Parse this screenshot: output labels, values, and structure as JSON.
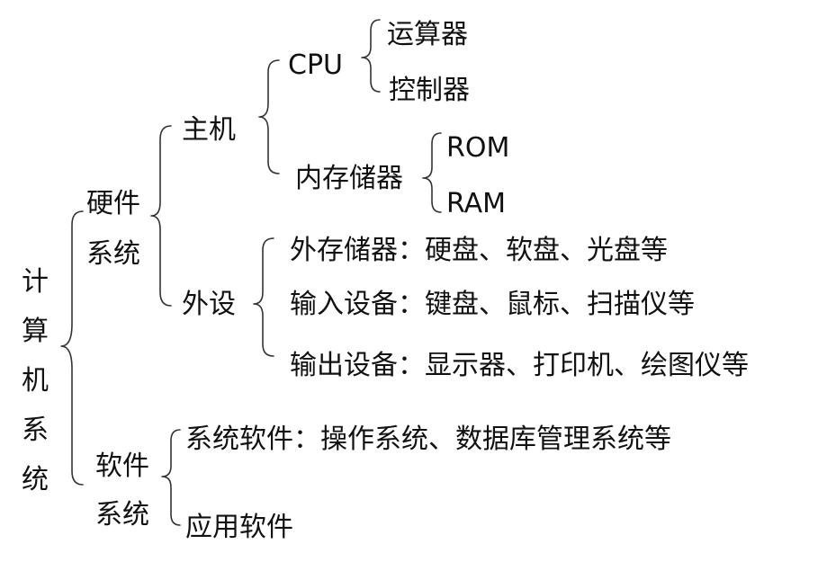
{
  "root": {
    "chars": [
      "计",
      "算",
      "机",
      "系",
      "统"
    ]
  },
  "hardware": {
    "line1": "硬件",
    "line2": "系统",
    "host": {
      "label": "主机",
      "cpu": {
        "label": "CPU",
        "items": [
          "运算器",
          "控制器"
        ]
      },
      "memory": {
        "label": "内存储器",
        "items": [
          "ROM",
          "RAM"
        ]
      }
    },
    "peripherals": {
      "label": "外设",
      "items": [
        "外存储器：硬盘、软盘、光盘等",
        "输入设备：键盘、鼠标、扫描仪等",
        "输出设备：显示器、打印机、绘图仪等"
      ]
    }
  },
  "software": {
    "line1": "软件",
    "line2": "系统",
    "items": [
      "系统软件：操作系统、数据库管理系统等",
      "应用软件"
    ]
  },
  "colors": {
    "text": "#111111",
    "bracket": "#333333",
    "background": "#ffffff"
  }
}
